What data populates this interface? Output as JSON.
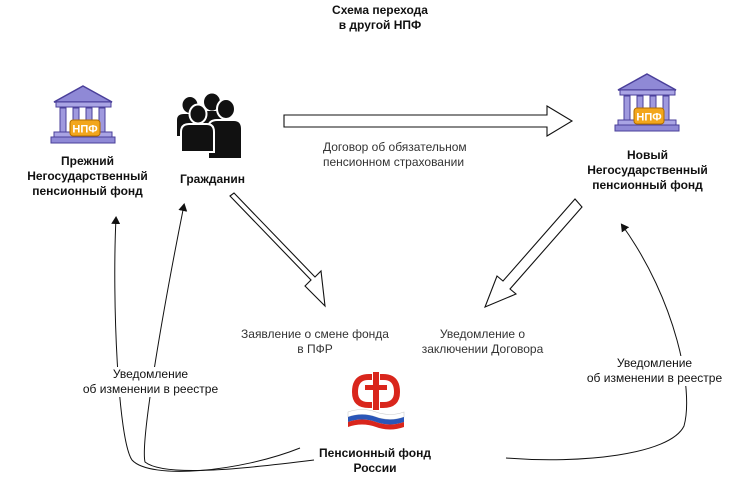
{
  "title": [
    "Схема перехода",
    "в другой НПФ"
  ],
  "nodes": {
    "old_fund": {
      "badge": "НПФ",
      "label": [
        "Прежний",
        "Негосударственный",
        "пенсионный фонд"
      ]
    },
    "citizen": {
      "label": "Гражданин"
    },
    "new_fund": {
      "badge": "НПФ",
      "label": [
        "Новый",
        "Негосударственный",
        "пенсионный фонд"
      ]
    },
    "pfr": {
      "label": [
        "Пенсионный фонд",
        "России"
      ]
    }
  },
  "edges": {
    "contract": [
      "Договор об обязательном",
      "пенсионном страховании"
    ],
    "application": [
      "Заявление о смене фонда",
      "в ПФР"
    ],
    "notice_contract": [
      "Уведомление о",
      "заключении Договора"
    ],
    "registry_left": [
      "Уведомление",
      "об изменении в реестре"
    ],
    "registry_right": [
      "Уведомление",
      "об изменении в реестре"
    ]
  },
  "colors": {
    "bank_fill": "#8f89d6",
    "bank_stroke": "#4a3f9a",
    "badge_fill": "#f2a61d",
    "people": "#111111",
    "pfr_red": "#d9261c",
    "flag_blue": "#2a56b8"
  },
  "icons": [
    "bank-icon",
    "people-icon",
    "pfr-logo-icon"
  ]
}
